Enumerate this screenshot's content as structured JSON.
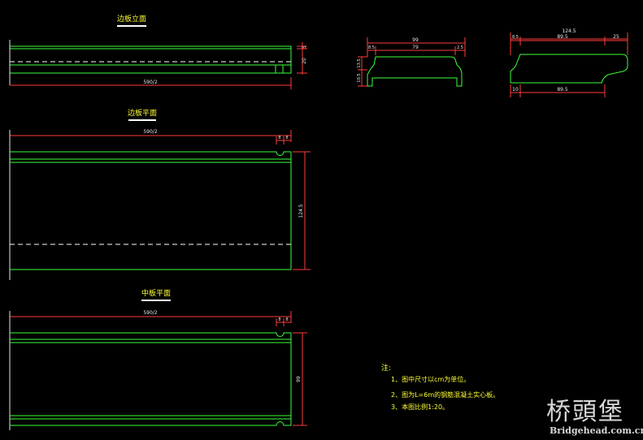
{
  "titles": {
    "side_elevation": "边板立面",
    "side_plan": "边板平面",
    "mid_plan": "中板平面"
  },
  "dims": {
    "len1": "590/2",
    "len2": "590/2",
    "len3": "590/2",
    "elev_h": "20",
    "elev_top": "5",
    "plan_w": "124.5",
    "mid_w": "99",
    "notch_a": "8",
    "notch_b": "8",
    "notch_c": "8",
    "notch_d": "8",
    "sec1_total": "99",
    "sec1_l": "8.5",
    "sec1_mid": "79",
    "sec1_r": "2.5",
    "sec1_v1": "13.5",
    "sec1_v2": "10.5",
    "sec2_total": "124.5",
    "sec2_l": "8.5",
    "sec2_mid": "89.5",
    "sec2_r": "25",
    "sec2_b1": "10",
    "sec2_b2": "89.5"
  },
  "notes": {
    "head": "注:",
    "n1": "1、图中尺寸以cm为单位。",
    "n2": "2、图为L=6m的钢筋混凝土实心板。",
    "n3": "3、本图比例1:20。"
  },
  "watermark": {
    "chinese": "桥頭堡",
    "url": "Bridgehead.com.cn"
  }
}
